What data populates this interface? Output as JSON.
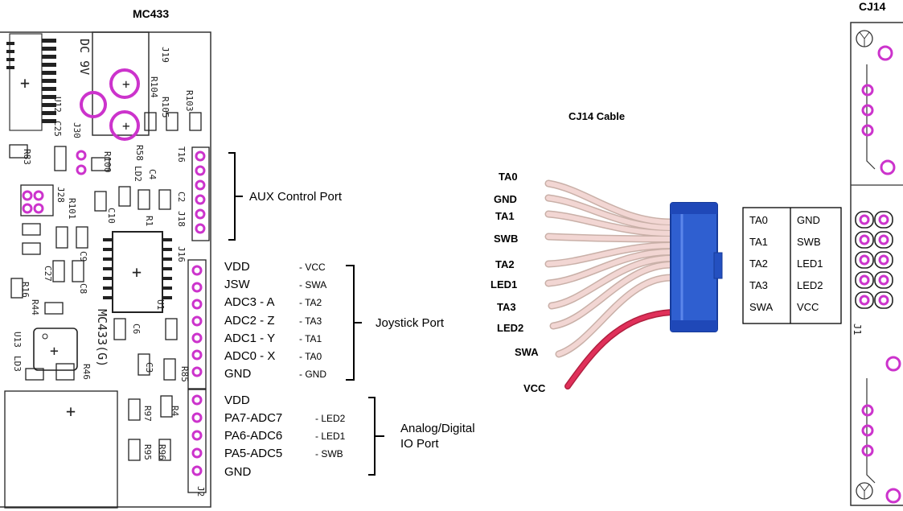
{
  "titles": {
    "board": "MC433",
    "cable": "CJ14 Cable",
    "connector": "CJ14"
  },
  "pcb_silkscreen": [
    "DC 9V",
    "J19",
    "R104",
    "R105",
    "R103",
    "U12",
    "C25",
    "J30",
    "R58",
    "R100",
    "LD2",
    "C4",
    "T16",
    "R83",
    "J28",
    "R101",
    "C10",
    "R1",
    "C2",
    "J18",
    "C27",
    "C9",
    "C8",
    "R16",
    "R44",
    "U1",
    "J16",
    "C6",
    "C3",
    "MC433(G)",
    "U13",
    "LD3",
    "R46",
    "R85",
    "R97",
    "R4",
    "R95",
    "R96",
    "J2"
  ],
  "aux": {
    "label": "AUX Control Port"
  },
  "joystick": {
    "label": "Joystick Port",
    "rows": [
      {
        "pin": "VDD",
        "signal": "- VCC"
      },
      {
        "pin": "JSW",
        "signal": "- SWA"
      },
      {
        "pin": "ADC3 - A",
        "signal": "- TA2"
      },
      {
        "pin": "ADC2 - Z",
        "signal": "- TA3"
      },
      {
        "pin": "ADC1 - Y",
        "signal": "- TA1"
      },
      {
        "pin": "ADC0 - X",
        "signal": "- TA0"
      },
      {
        "pin": "GND",
        "signal": "- GND"
      }
    ]
  },
  "io": {
    "label_line1": "Analog/Digital",
    "label_line2": "IO Port",
    "rows": [
      {
        "pin": "VDD",
        "signal": ""
      },
      {
        "pin": "PA7-ADC7",
        "signal": "- LED2"
      },
      {
        "pin": "PA6-ADC6",
        "signal": "- LED1"
      },
      {
        "pin": "PA5-ADC5",
        "signal": "- SWB"
      },
      {
        "pin": "GND",
        "signal": ""
      }
    ]
  },
  "cable_wires": [
    "TA0",
    "GND",
    "TA1",
    "SWB",
    "TA2",
    "LED1",
    "TA3",
    "LED2",
    "SWA",
    "VCC"
  ],
  "pinout_table": [
    [
      "TA0",
      "GND"
    ],
    [
      "TA1",
      "SWB"
    ],
    [
      "TA2",
      "LED1"
    ],
    [
      "TA3",
      "LED2"
    ],
    [
      "SWA",
      "VCC"
    ]
  ],
  "cj14_board": {
    "label": "J1"
  },
  "colors": {
    "connector_blue": "#2f5fd0",
    "pad_magenta": "#cc33cc",
    "wire_red": "#e0305a",
    "wire_pink": "#f2d6d3"
  }
}
